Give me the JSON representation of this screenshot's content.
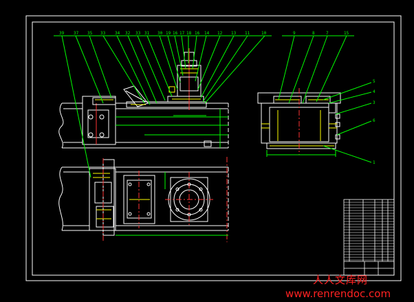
{
  "drawing": {
    "callouts_left": [
      "39",
      "37",
      "35",
      "33",
      "34",
      "32",
      "33",
      "31",
      "30",
      "19",
      "16",
      "17",
      "18",
      "16",
      "14",
      "12",
      "13",
      "11",
      "10"
    ],
    "callouts_right": [
      "9",
      "8",
      "7",
      "15"
    ],
    "callouts_side": [
      "5",
      "4",
      "3",
      "6",
      "1"
    ],
    "colors": {
      "background": "#000000",
      "linework": "#ffffff",
      "leader": "#00ff00",
      "dimension": "#00ff00",
      "hidden": "#ffff00",
      "centerline": "#ff0000",
      "watermark": "#ff2222"
    }
  },
  "watermark": {
    "site_name_cn": "人人文库网",
    "url": "www.renrendoc.com"
  }
}
